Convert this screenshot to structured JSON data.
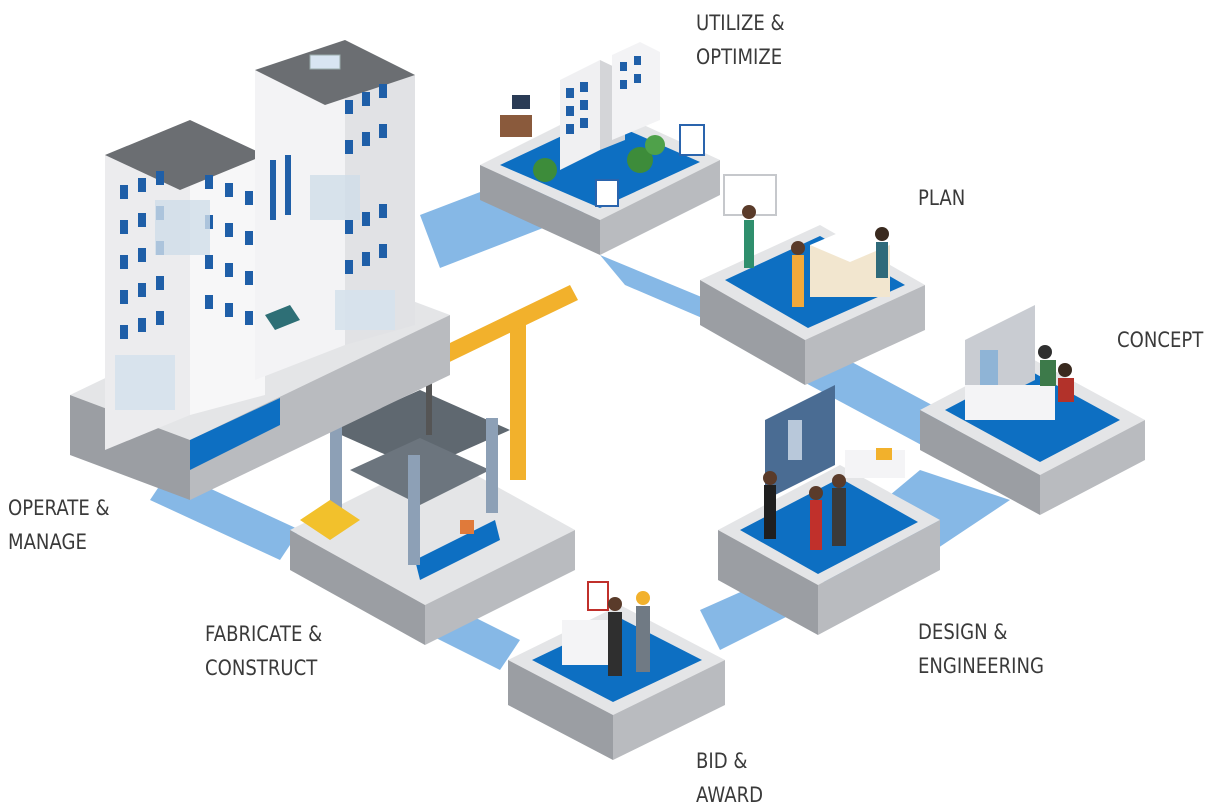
{
  "diagram": {
    "type": "lifecycle-cycle",
    "stages": [
      {
        "id": "utilize",
        "lines": [
          "UTILIZE &",
          "OPTIMIZE"
        ],
        "icon": "smart-building-icon"
      },
      {
        "id": "plan",
        "lines": [
          "PLAN"
        ],
        "icon": "meeting-icon"
      },
      {
        "id": "concept",
        "lines": [
          "CONCEPT"
        ],
        "icon": "workstation-icon"
      },
      {
        "id": "design",
        "lines": [
          "DESIGN &",
          "ENGINEERING"
        ],
        "icon": "presentation-screen-icon"
      },
      {
        "id": "bid",
        "lines": [
          "BID &",
          "AWARD"
        ],
        "icon": "handshake-icon"
      },
      {
        "id": "fabricate",
        "lines": [
          "FABRICATE &",
          "CONSTRUCT"
        ],
        "icon": "tower-crane-icon"
      },
      {
        "id": "operate",
        "lines": [
          "OPERATE &",
          "MANAGE"
        ],
        "icon": "office-tower-icon"
      }
    ],
    "colors": {
      "path_light": "#7fb3e4",
      "path_dark": "#1f66b0",
      "platform_top": "#0d6fc2",
      "platform_side": "#9b9ea3",
      "platform_rim": "#e4e5e7",
      "crane": "#f2b12c",
      "building": "#ececee",
      "window": "#1f5fa8",
      "label": "#3a3a3a"
    }
  }
}
